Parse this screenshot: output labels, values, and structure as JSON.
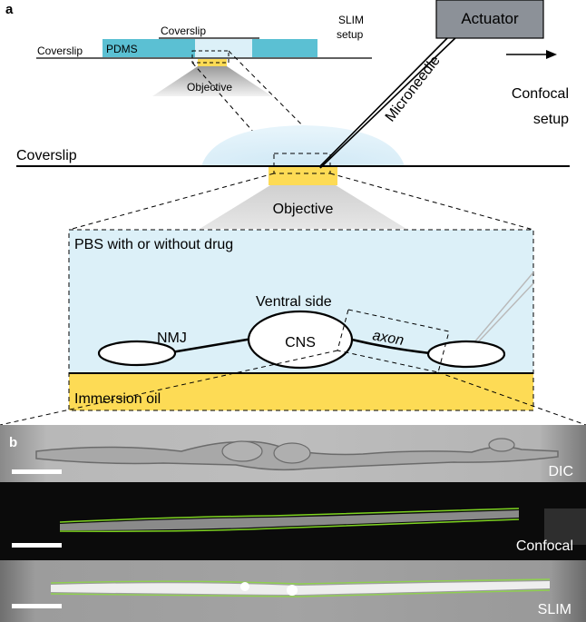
{
  "panel_a": {
    "label": "a",
    "inset": {
      "coverslip_top": "Coverslip",
      "coverslip_left": "Coverslip",
      "pdms": "PDMS",
      "slim_line1": "SLIM",
      "slim_line2": "setup",
      "objective": "Objective"
    },
    "actuator": "Actuator",
    "microneedle": "Microneedle",
    "confocal_line1": "Confocal",
    "confocal_line2": "setup",
    "coverslip": "Coverslip",
    "objective": "Objective",
    "chamber": {
      "medium": "PBS with or without drug",
      "ventral_side": "Ventral side",
      "nmj": "NMJ",
      "cns": "CNS",
      "axon": "axon",
      "immersion_oil": "Immersion oil"
    }
  },
  "panel_b": {
    "label": "b",
    "images": [
      {
        "label": "DIC"
      },
      {
        "label": "Confocal"
      },
      {
        "label": "SLIM"
      }
    ]
  },
  "colors": {
    "pdms": "#5bc0d3",
    "medium": "#dcf0f8",
    "drop": "#d3ebf6",
    "oil": "#fddb55",
    "objective": "#d9d9d9",
    "actuator": "#8c9198",
    "trace": "#7ed321"
  }
}
